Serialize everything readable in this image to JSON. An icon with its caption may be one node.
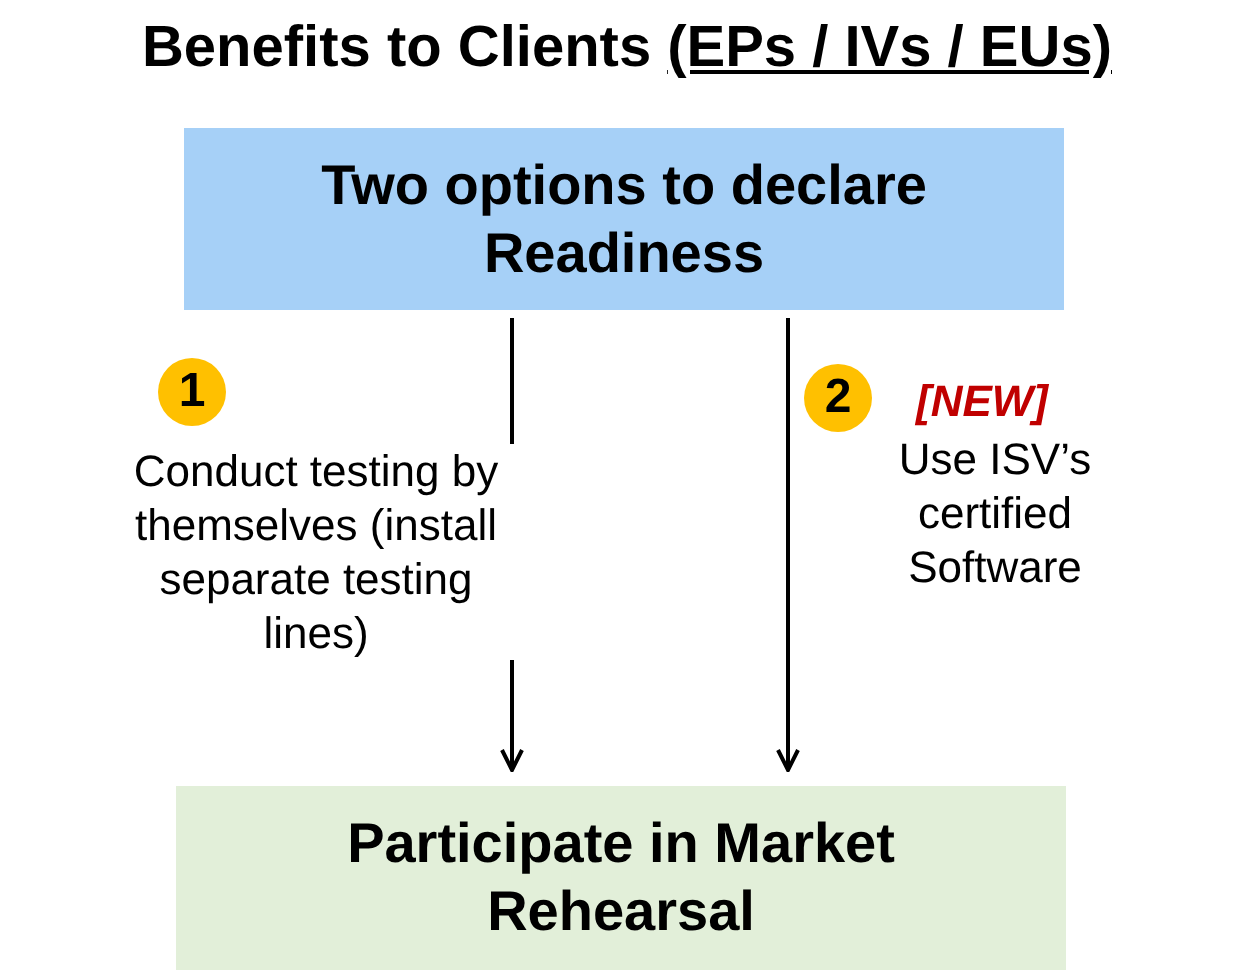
{
  "diagram": {
    "title": "Benefits to Clients",
    "nodes": [
      {
        "text": [
          "Two options to declare Readiness"
        ]
      },
      {
        "text": [
          "Participate in Market Rehearsal"
        ]
      }
    ],
    "edges": [
      {
        "from": 0,
        "to": 1,
        "arrow": "to",
        "label": "Conduct testing by themselves (install separate testing lines)"
      },
      {
        "from": 0,
        "to": 1,
        "arrow": "to",
        "label": "Use ISV’s certified Software"
      }
    ],
    "labels": [
      "(EPs / IVs / EUs)",
      "1",
      "2",
      "[NEW]"
    ]
  }
}
